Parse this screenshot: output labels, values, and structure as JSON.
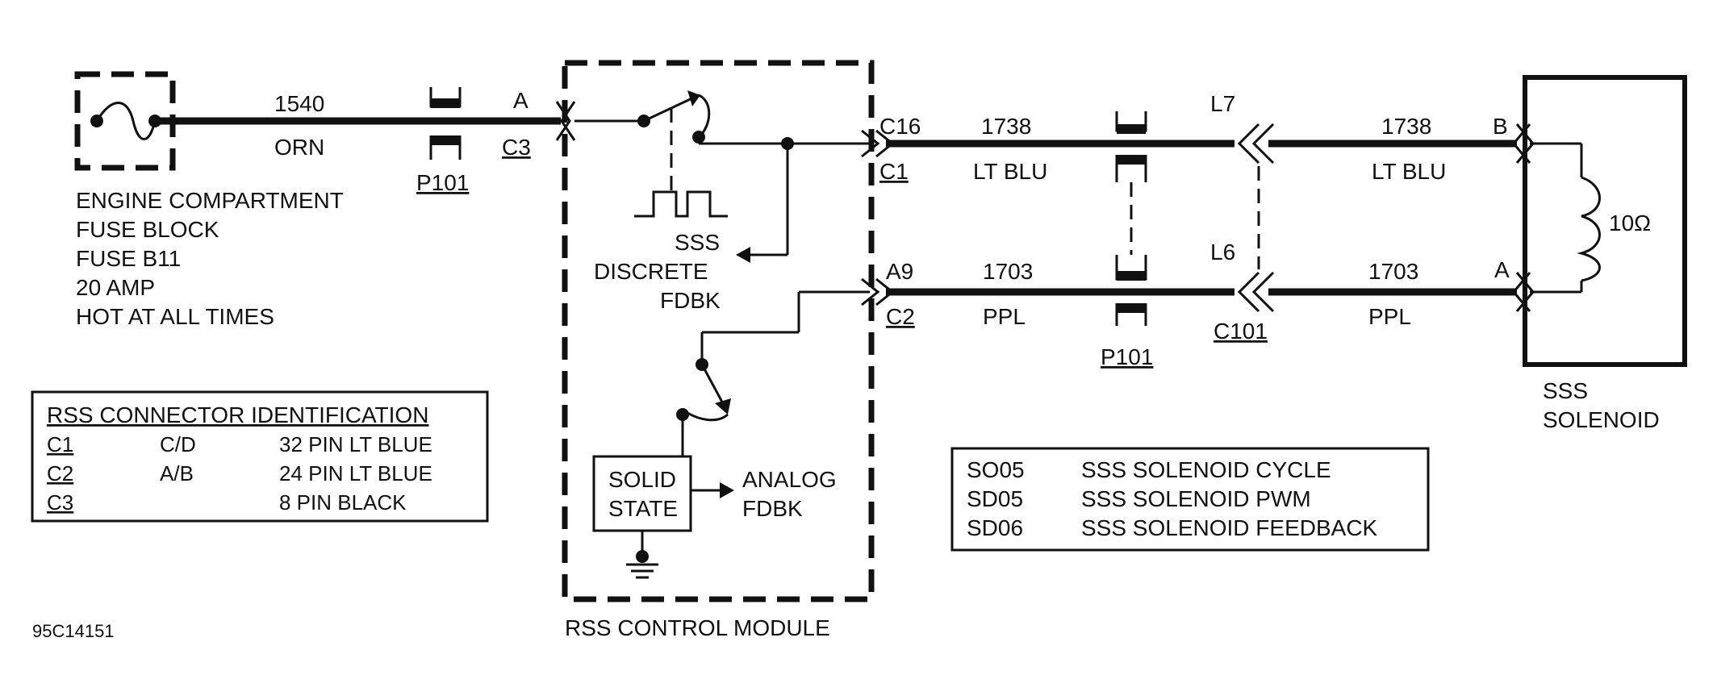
{
  "fuse_block": {
    "lines": [
      "ENGINE COMPARTMENT",
      "FUSE BLOCK",
      "FUSE B11",
      "20 AMP",
      "HOT AT ALL TIMES"
    ]
  },
  "wire_1540": {
    "circuit": "1540",
    "color": "ORN"
  },
  "p101_top": "P101",
  "c3": {
    "pin": "A",
    "connector": "C3"
  },
  "module": {
    "title": "RSS CONTROL MODULE",
    "discrete_fdbk": [
      "SSS",
      "DISCRETE",
      "FDBK"
    ],
    "solid_state": [
      "SOLID",
      "STATE"
    ],
    "analog_fdbk": [
      "ANALOG",
      "FDBK"
    ]
  },
  "wire_1738": {
    "pin": "C16",
    "connector": "C1",
    "circuit_left": "1738",
    "color_left": "LT BLU",
    "inline_pin": "L7",
    "circuit_right": "1738",
    "color_right": "LT BLU",
    "solenoid_pin": "B"
  },
  "wire_1703": {
    "pin": "A9",
    "connector": "C2",
    "circuit_left": "1703",
    "color_left": "PPL",
    "inline_pin": "L6",
    "inline_connector": "C101",
    "circuit_right": "1703",
    "color_right": "PPL",
    "solenoid_pin": "A"
  },
  "p101_bottom": "P101",
  "solenoid": {
    "resistance": "10Ω",
    "label": [
      "SSS",
      "SOLENOID"
    ]
  },
  "connector_table": {
    "title": "RSS CONNECTOR IDENTIFICATION",
    "rows": [
      {
        "id": "C1",
        "type": "C/D",
        "desc": "32 PIN LT BLUE"
      },
      {
        "id": "C2",
        "type": "A/B",
        "desc": "24 PIN LT BLUE"
      },
      {
        "id": "C3",
        "type": "",
        "desc": "8 PIN BLACK"
      }
    ]
  },
  "codes_table": {
    "rows": [
      {
        "code": "SO05",
        "desc": "SSS SOLENOID CYCLE"
      },
      {
        "code": "SD05",
        "desc": "SSS SOLENOID PWM"
      },
      {
        "code": "SD06",
        "desc": "SSS SOLENOID FEEDBACK"
      }
    ]
  },
  "figure_id": "95C14151"
}
